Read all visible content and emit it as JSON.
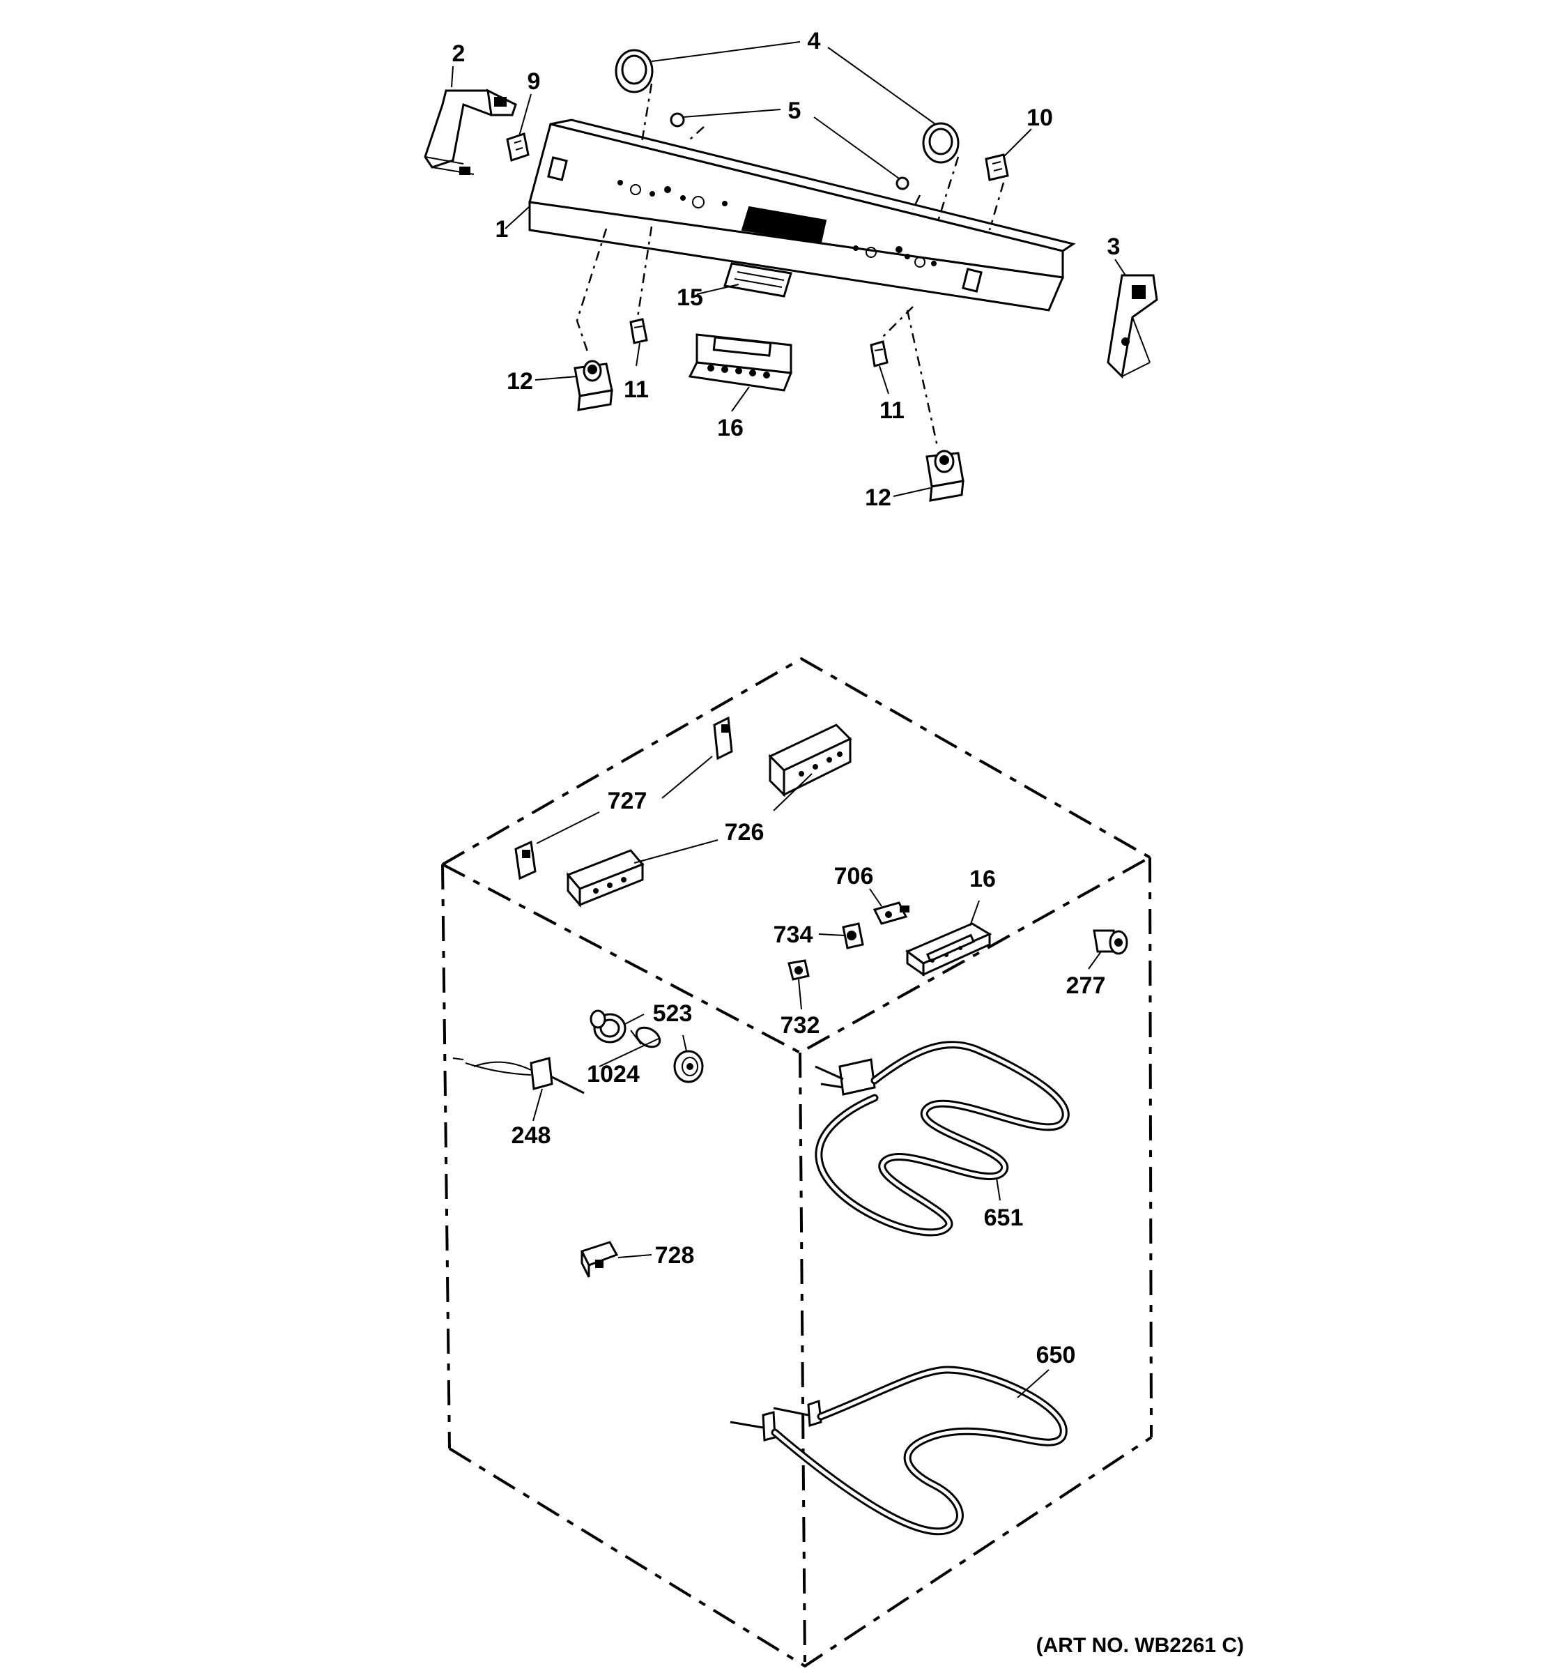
{
  "callouts": {
    "c1": "1",
    "c2": "2",
    "c3": "3",
    "c4": "4",
    "c5": "5",
    "c9": "9",
    "c10": "10",
    "c11a": "11",
    "c11b": "11",
    "c12a": "12",
    "c12b": "12",
    "c15": "15",
    "c16a": "16",
    "c16b": "16",
    "c727": "727",
    "c726": "726",
    "c706": "706",
    "c734": "734",
    "c732": "732",
    "c523": "523",
    "c1024": "1024",
    "c248": "248",
    "c277": "277",
    "c651": "651",
    "c728": "728",
    "c650": "650"
  },
  "art_number": "(ART NO. WB2261 C)"
}
